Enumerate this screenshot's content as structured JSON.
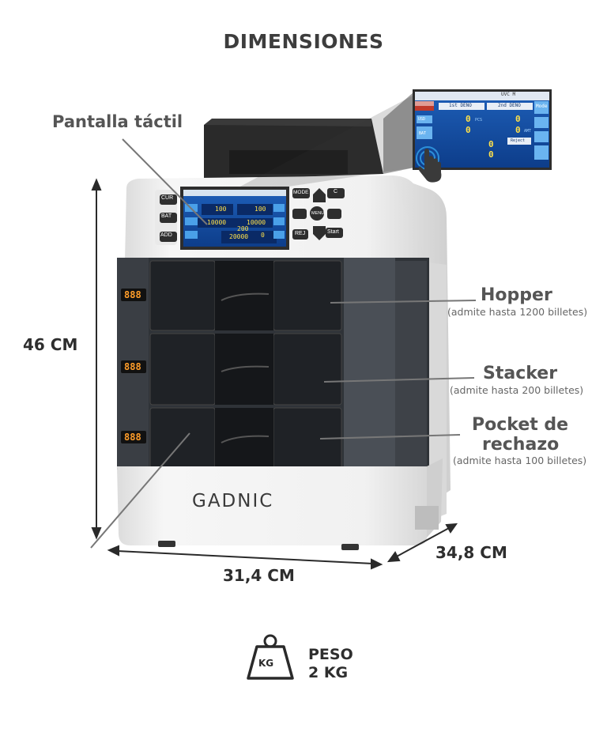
{
  "title": "DIMENSIONES",
  "callouts": {
    "touchscreen": "Pantalla táctil",
    "hopper": {
      "label": "Hopper",
      "sub": "(admite hasta 1200 billetes)"
    },
    "stacker": {
      "label": "Stacker",
      "sub": "(admite hasta 200 billetes)"
    },
    "reject": {
      "line1": "Pocket de",
      "line2": "rechazo",
      "sub": "(admite hasta 100 billetes)"
    }
  },
  "dimensions": {
    "height": "46 CM",
    "width": "31,4 CM",
    "depth": "34,8 CM"
  },
  "weight": {
    "label": "PESO",
    "value": "2 KG",
    "badge": "KG"
  },
  "brand": "GADNIC",
  "machine": {
    "left_buttons": [
      "CUR",
      "BAT",
      "ADD"
    ],
    "right_buttons": [
      "MODE",
      "C",
      "MENU",
      "REJ",
      "Start"
    ],
    "pocket_counters": [
      "888",
      "888",
      "888"
    ],
    "screen": {
      "row1": [
        "100",
        "100"
      ],
      "row2": [
        "10000",
        "10000"
      ],
      "row3": [
        "200",
        "20000",
        "0"
      ]
    },
    "zoom_screen": {
      "header_left": "1st DENO",
      "header_right": "2nd DENO",
      "mode_btn": "Mode",
      "pcs": "PCS",
      "amt": "AMT",
      "values": [
        "0",
        "0",
        "0",
        "0",
        "0",
        "0"
      ],
      "bat": "BAT",
      "reject": "Reject",
      "currency": "USD",
      "ver": "UVC M"
    }
  }
}
